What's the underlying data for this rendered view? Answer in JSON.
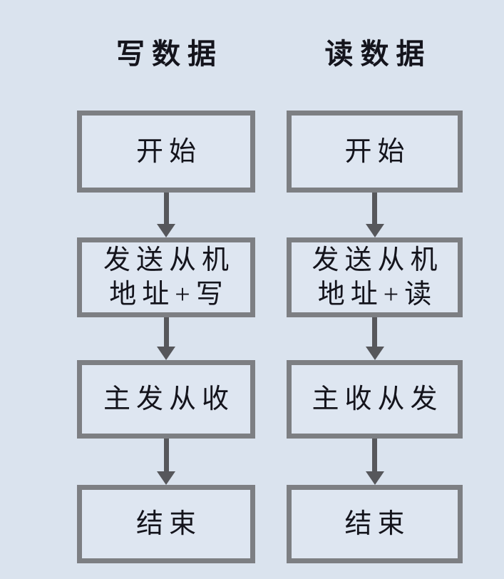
{
  "diagram": {
    "type": "flowchart",
    "description": "Two vertical I2C-style flowcharts: write data and read data",
    "columns": [
      {
        "title": "写数据",
        "steps": [
          "开始",
          "发送从机\n地址+写",
          "主发从收",
          "结束"
        ]
      },
      {
        "title": "读数据",
        "steps": [
          "开始",
          "发送从机\n地址+读",
          "主收从发",
          "结束"
        ]
      }
    ],
    "colors": {
      "background": "#dae3ee",
      "box_fill": "#dee6f1",
      "box_border": "#7d7f83",
      "arrow": "#56575b",
      "text": "#14141c"
    }
  }
}
